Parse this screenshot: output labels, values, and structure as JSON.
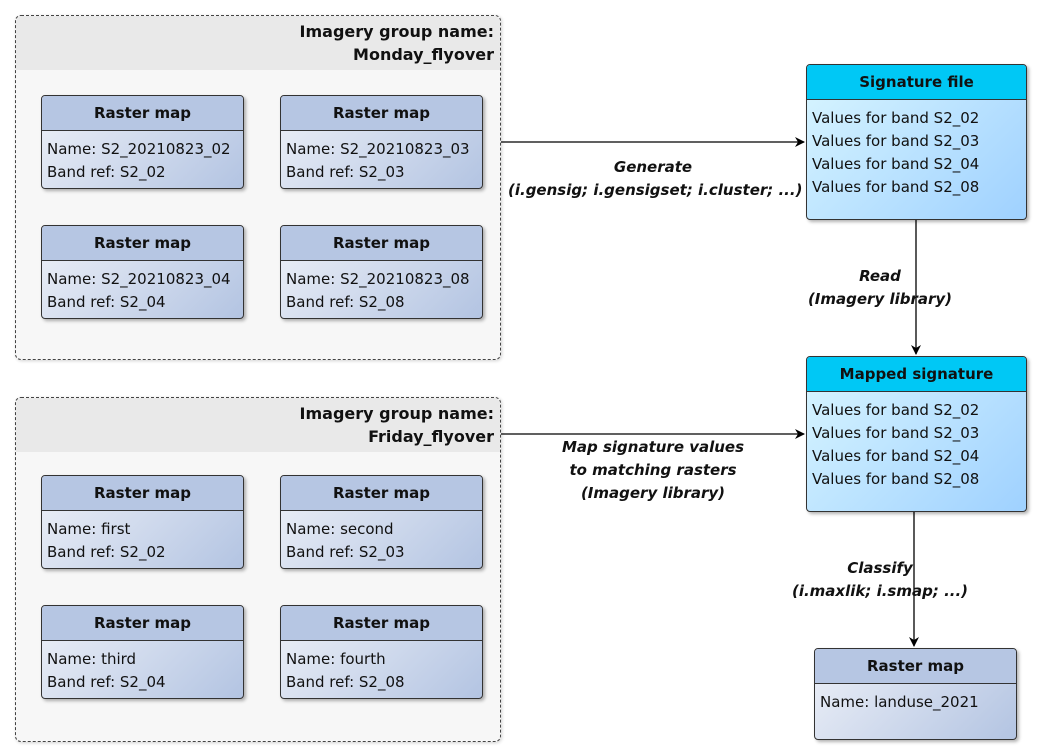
{
  "groups": [
    {
      "header_line1": "Imagery group name:",
      "header_line2": "Monday_flyover",
      "rasters": [
        {
          "title": "Raster map",
          "name": "Name: S2_20210823_02",
          "band": "Band ref: S2_02"
        },
        {
          "title": "Raster map",
          "name": "Name: S2_20210823_03",
          "band": "Band ref: S2_03"
        },
        {
          "title": "Raster map",
          "name": "Name: S2_20210823_04",
          "band": "Band ref: S2_04"
        },
        {
          "title": "Raster map",
          "name": "Name: S2_20210823_08",
          "band": "Band ref: S2_08"
        }
      ]
    },
    {
      "header_line1": "Imagery group name:",
      "header_line2": "Friday_flyover",
      "rasters": [
        {
          "title": "Raster map",
          "name": "Name: first",
          "band": "Band ref: S2_02"
        },
        {
          "title": "Raster map",
          "name": "Name: second",
          "band": "Band ref: S2_03"
        },
        {
          "title": "Raster map",
          "name": "Name: third",
          "band": "Band ref: S2_04"
        },
        {
          "title": "Raster map",
          "name": "Name: fourth",
          "band": "Band ref: S2_08"
        }
      ]
    }
  ],
  "signature_file": {
    "title": "Signature file",
    "values": [
      "Values for band S2_02",
      "Values for band S2_03",
      "Values for band S2_04",
      "Values for band S2_08"
    ]
  },
  "mapped_signature": {
    "title": "Mapped signature",
    "values": [
      "Values for band S2_02",
      "Values for band S2_03",
      "Values for band S2_04",
      "Values for band S2_08"
    ]
  },
  "output_raster": {
    "title": "Raster map",
    "name": "Name: landuse_2021"
  },
  "edges": {
    "generate": [
      "Generate",
      "(i.gensig; i.gensigset; i.cluster; ...)"
    ],
    "read": [
      "Read",
      "(Imagery library)"
    ],
    "map": [
      "Map signature values",
      "to matching rasters",
      "(Imagery library)"
    ],
    "classify": [
      "Classify",
      "(i.maxlik; i.smap; ...)"
    ]
  },
  "colors": {
    "raster_header": "#b6c6e3",
    "signature_header": "#00c8f5",
    "arrow": "#000000"
  }
}
